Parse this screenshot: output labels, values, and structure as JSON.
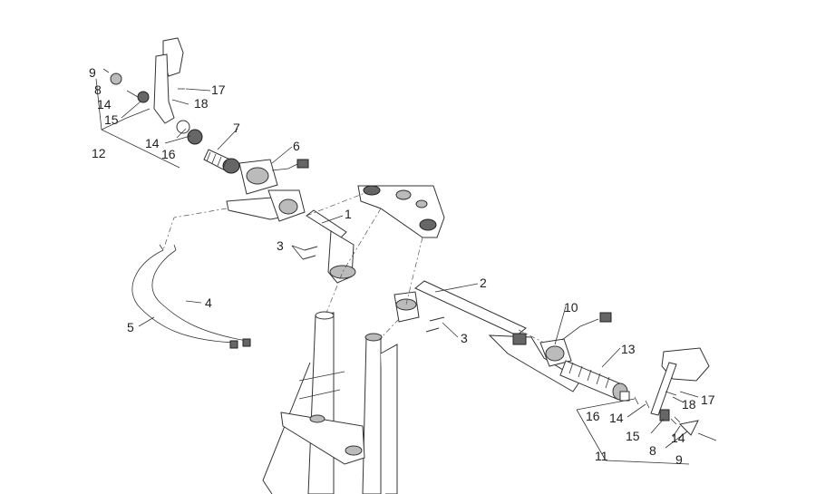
{
  "callouts": [
    {
      "id": "c1",
      "text": "1"
    },
    {
      "id": "c2",
      "text": "2"
    },
    {
      "id": "c3a",
      "text": "3"
    },
    {
      "id": "c3b",
      "text": "3"
    },
    {
      "id": "c4",
      "text": "4"
    },
    {
      "id": "c5",
      "text": "5"
    },
    {
      "id": "c6",
      "text": "6"
    },
    {
      "id": "c7",
      "text": "7"
    },
    {
      "id": "c8a",
      "text": "8"
    },
    {
      "id": "c8b",
      "text": "8"
    },
    {
      "id": "c9a",
      "text": "9"
    },
    {
      "id": "c9b",
      "text": "9"
    },
    {
      "id": "c10",
      "text": "10"
    },
    {
      "id": "c11",
      "text": "11"
    },
    {
      "id": "c12",
      "text": "12"
    },
    {
      "id": "c13",
      "text": "13"
    },
    {
      "id": "c14a",
      "text": "14"
    },
    {
      "id": "c14b",
      "text": "14"
    },
    {
      "id": "c14c",
      "text": "14"
    },
    {
      "id": "c14d",
      "text": "14"
    },
    {
      "id": "c15a",
      "text": "15"
    },
    {
      "id": "c15b",
      "text": "15"
    },
    {
      "id": "c16a",
      "text": "16"
    },
    {
      "id": "c16b",
      "text": "16"
    },
    {
      "id": "c17a",
      "text": "17"
    },
    {
      "id": "c17b",
      "text": "17"
    },
    {
      "id": "c18a",
      "text": "18"
    },
    {
      "id": "c18b",
      "text": "18"
    }
  ]
}
